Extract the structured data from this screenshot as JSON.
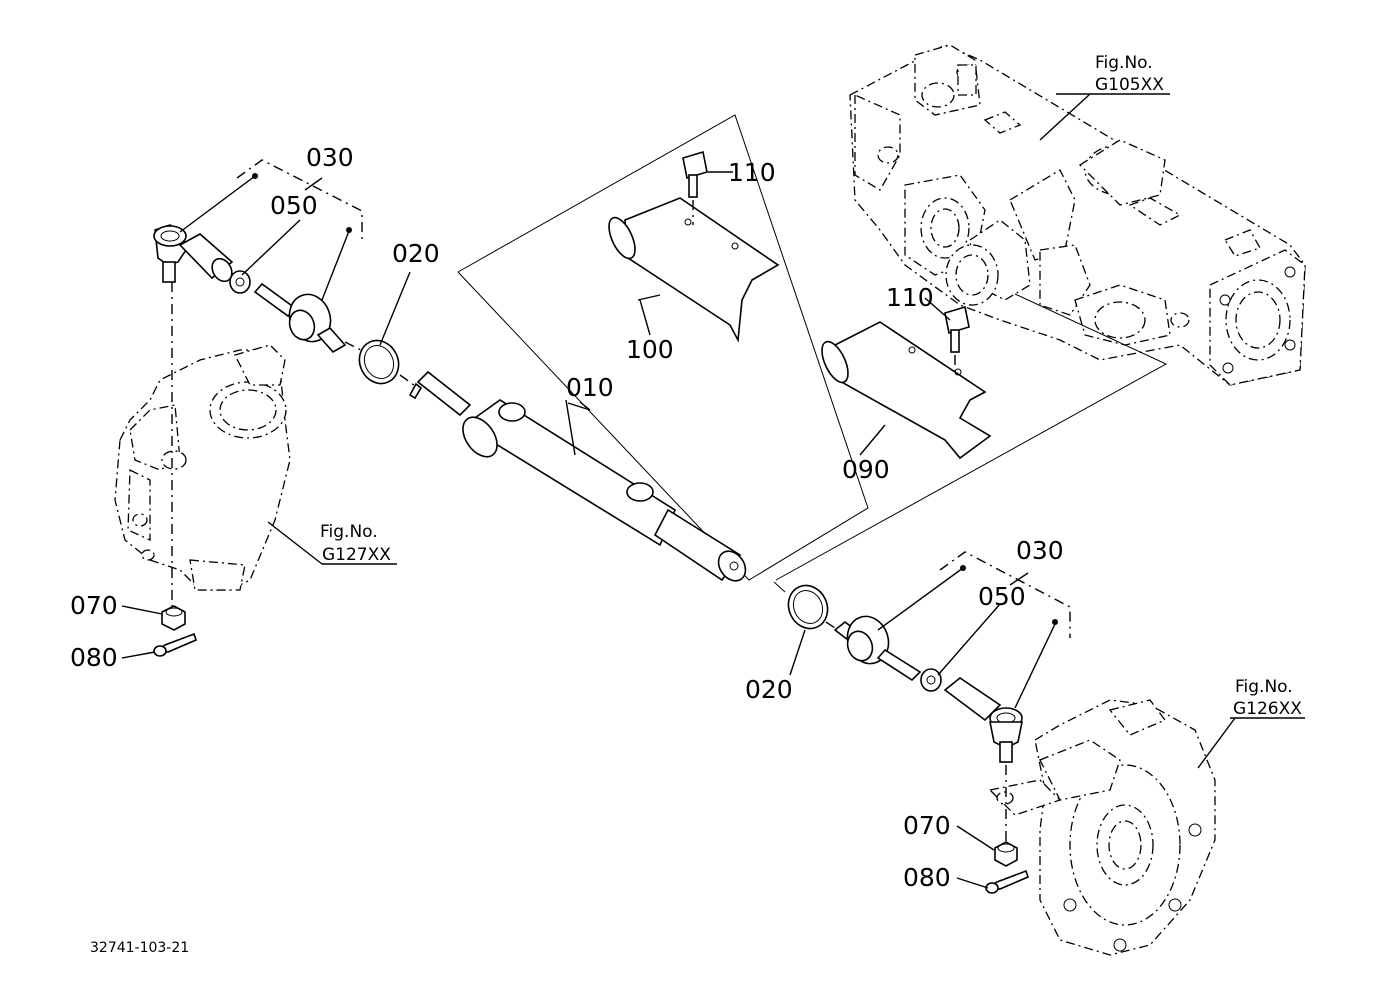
{
  "drawing_code": "32741-103-21",
  "parts": {
    "p010": "010",
    "p020_left": "020",
    "p020_right": "020",
    "p030_left": "030",
    "p030_right": "030",
    "p050_left": "050",
    "p050_right": "050",
    "p070_left": "070",
    "p070_right": "070",
    "p080_left": "080",
    "p080_right": "080",
    "p090": "090",
    "p100": "100",
    "p110_top": "110",
    "p110_mid": "110"
  },
  "figure_refs": {
    "top_right": {
      "label": "Fig.No.",
      "code": "G105XX"
    },
    "left": {
      "label": "Fig.No.",
      "code": "G127XX"
    },
    "bottom_right": {
      "label": "Fig.No.",
      "code": "G126XX"
    }
  }
}
